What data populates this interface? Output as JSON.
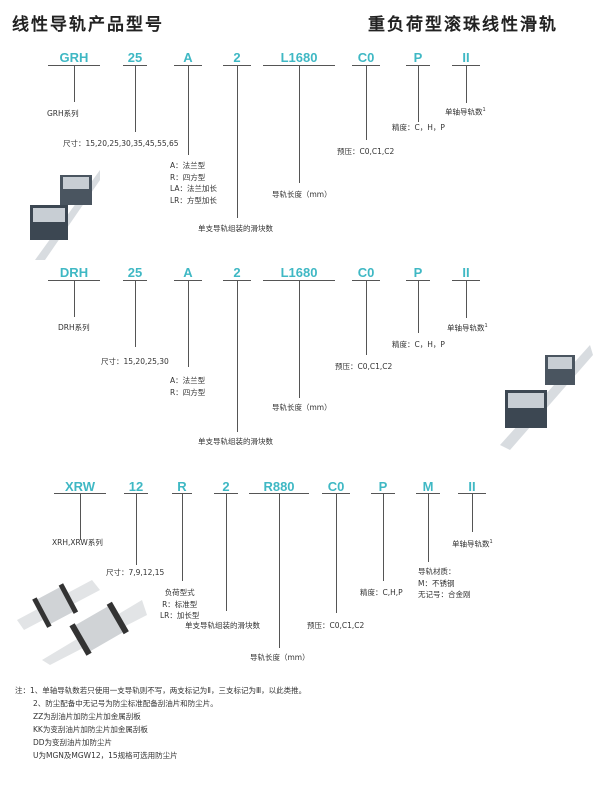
{
  "header": {
    "left_title": "线性导轨产品型号",
    "right_title": "重负荷型滚珠线性滑轨"
  },
  "sections": [
    {
      "codes": [
        "GRH",
        "25",
        "A",
        "2",
        "L1680",
        "C0",
        "P",
        "II"
      ],
      "labels": [
        [
          "GRH系列"
        ],
        [
          "尺寸：15,20,25,30,35,45,55,65"
        ],
        [
          "A：法兰型",
          "R：四方型",
          "LA：法兰加长",
          "LR：方型加长"
        ],
        [
          "单支导轨组装的滑块数"
        ],
        [
          "导轨长度（mm）"
        ],
        [
          "预压：C0,C1,C2"
        ],
        [
          "精度：C，H，P"
        ],
        [
          "单轴导轨数"
        ]
      ]
    },
    {
      "codes": [
        "DRH",
        "25",
        "A",
        "2",
        "L1680",
        "C0",
        "P",
        "II"
      ],
      "labels": [
        [
          "DRH系列"
        ],
        [
          "尺寸：15,20,25,30"
        ],
        [
          "A：法兰型",
          "R：四方型"
        ],
        [
          "单支导轨组装的滑块数"
        ],
        [
          "导轨长度（mm）"
        ],
        [
          "预压：C0,C1,C2"
        ],
        [
          "精度：C，H，P"
        ],
        [
          "单轴导轨数"
        ]
      ]
    },
    {
      "codes": [
        "XRW",
        "12",
        "R",
        "2",
        "R880",
        "C0",
        "P",
        "M",
        "II"
      ],
      "labels": [
        [
          "XRH,XRW系列"
        ],
        [
          "尺寸：7,9,12,15"
        ],
        [
          "负荷型式",
          "R：标准型",
          "LR：加长型"
        ],
        [
          "单支导轨组装的滑块数"
        ],
        [
          "导轨长度（mm）"
        ],
        [
          "预压：C0,C1,C2"
        ],
        [
          "精度：C,H,P"
        ],
        [
          "导轨材质：",
          "M：不锈钢",
          "无记号：合金刚"
        ],
        [
          "单轴导轨数"
        ]
      ]
    }
  ],
  "footnote_mark": "1",
  "notes": [
    "注：1、单轴导轨数若只使用一支导轨则不写，两支标记为Ⅱ，三支标记为Ⅲ，以此类推。",
    "2、防尘配备中无记号为防尘标准配备刮油片和防尘片。",
    "ZZ为刮油片加防尘片加金属刮板",
    "KK为变刮油片加防尘片加金属刮板",
    "DD为变刮油片加防尘片",
    "U为MGN及MGW12，15规格可选用防尘片"
  ],
  "colors": {
    "code": "#3fb8c4"
  }
}
